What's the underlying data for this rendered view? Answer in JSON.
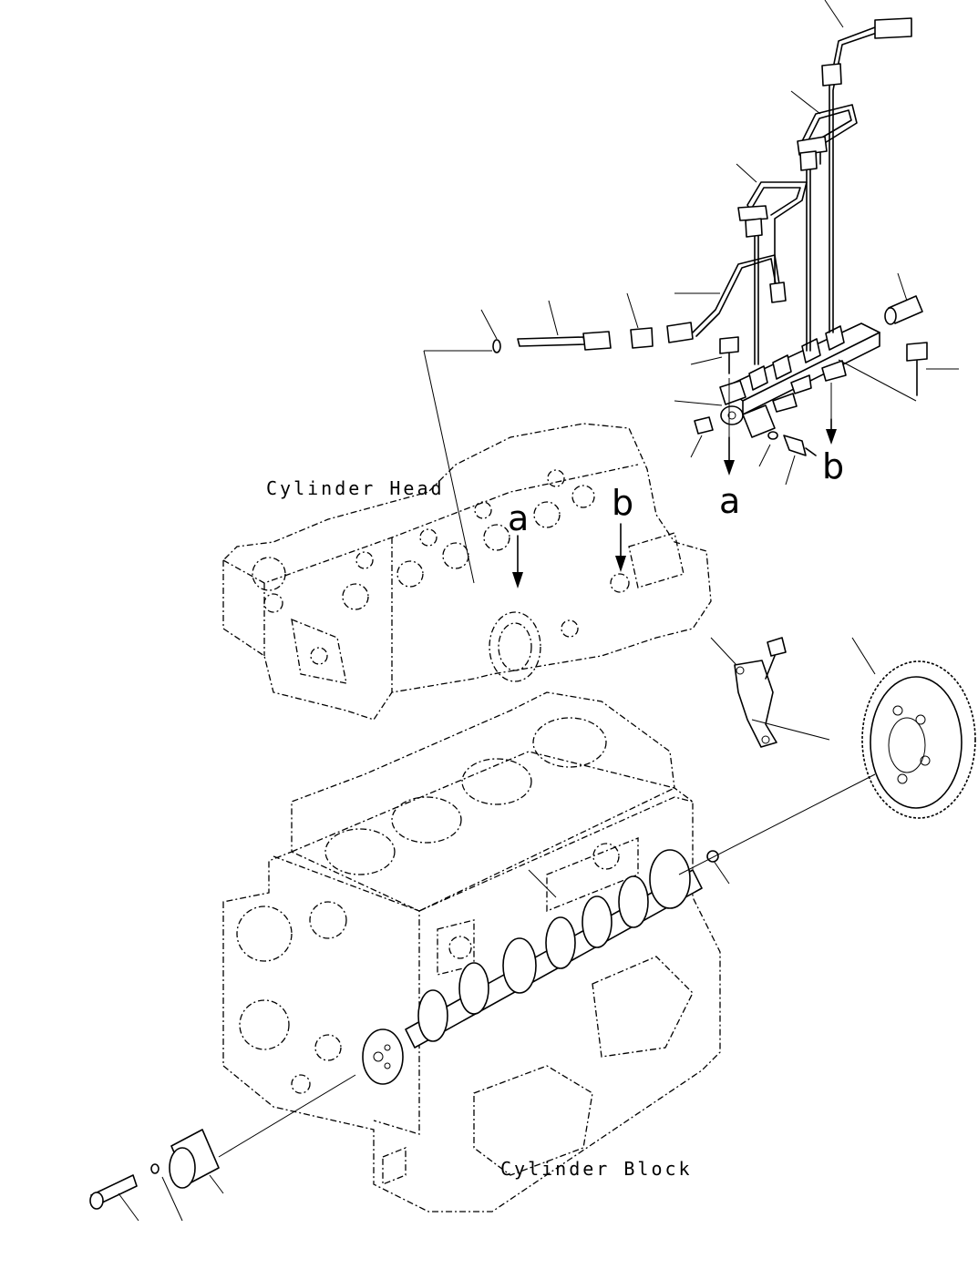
{
  "labels": {
    "cylinder_head": "Cylinder Head",
    "cylinder_block": "Cylinder Block"
  },
  "reference_marks": {
    "a": "a",
    "b": "b"
  },
  "colors": {
    "line": "#000000",
    "background": "#ffffff"
  }
}
